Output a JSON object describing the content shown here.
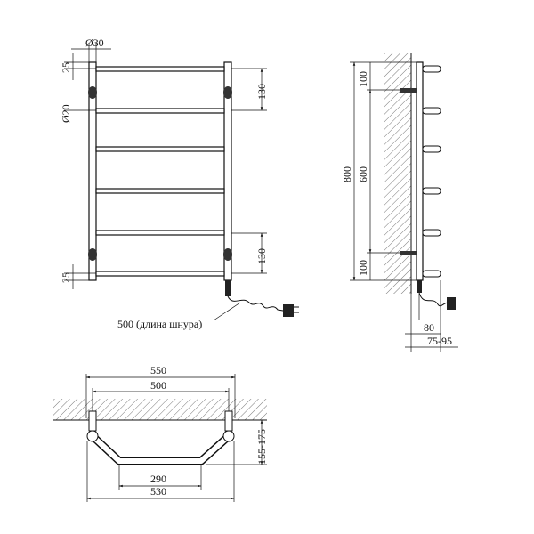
{
  "front_view": {
    "dim_diameter_top": "Ø30",
    "dim_diameter_bar": "Ø20",
    "dim_top_offset": "25",
    "dim_bottom_offset": "25",
    "dim_mount_top": "130",
    "dim_mount_bottom": "130",
    "cord_label": "500 (длина шнура)"
  },
  "side_view": {
    "dim_total_height": "800",
    "dim_mount_spacing": "600",
    "dim_top_mount": "100",
    "dim_bottom_mount": "100",
    "dim_depth_80": "80",
    "dim_depth_range": "75-95"
  },
  "top_view": {
    "dim_outer_width": "550",
    "dim_mount_width": "500",
    "dim_inner_width": "290",
    "dim_rail_width": "530",
    "dim_wall_distance": "155-175"
  }
}
